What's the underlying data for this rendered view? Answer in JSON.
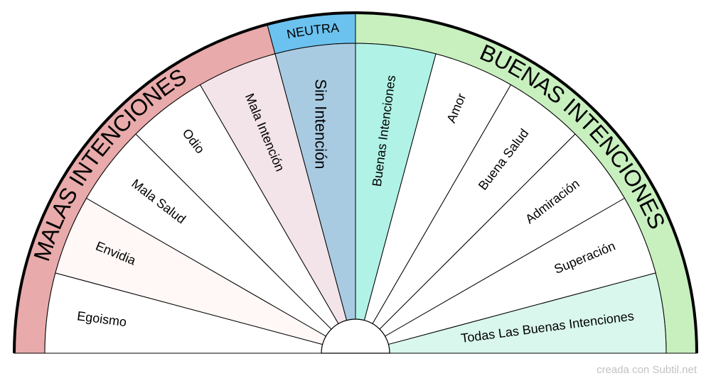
{
  "groups": [
    {
      "key": "malas",
      "label": "MALAS INTENCIONES",
      "color": "#e8aaaa"
    },
    {
      "key": "neutra",
      "label": "NEUTRA",
      "color": "#6cc2ef"
    },
    {
      "key": "buenas",
      "label": "BUENAS INTENCIONES",
      "color": "#c8f0bf"
    }
  ],
  "sectors": [
    {
      "label": "Egoismo",
      "color": "#ffffff",
      "group": "malas"
    },
    {
      "label": "Envidia",
      "color": "#fff8f6",
      "group": "malas"
    },
    {
      "label": "Mala Salud",
      "color": "#ffffff",
      "group": "malas"
    },
    {
      "label": "Odio",
      "color": "#ffffff",
      "group": "malas"
    },
    {
      "label": "Mala Intención",
      "color": "#f2e4e8",
      "group": "malas"
    },
    {
      "label": "Sin Intención",
      "color": "#a9cbe2",
      "group": "neutra",
      "large": true
    },
    {
      "label": "Buenas Intenciones",
      "color": "#b0f2e6",
      "group": "buenas"
    },
    {
      "label": "Amor",
      "color": "#ffffff",
      "group": "buenas"
    },
    {
      "label": "Buena Salud",
      "color": "#ffffff",
      "group": "buenas"
    },
    {
      "label": "Admiración",
      "color": "#ffffff",
      "group": "buenas"
    },
    {
      "label": "Superación",
      "color": "#ffffff",
      "group": "buenas"
    },
    {
      "label": "Todas Las Buenas Intenciones",
      "color": "#d9f7ec",
      "group": "buenas"
    }
  ],
  "credit": "creada con Subtil.net"
}
